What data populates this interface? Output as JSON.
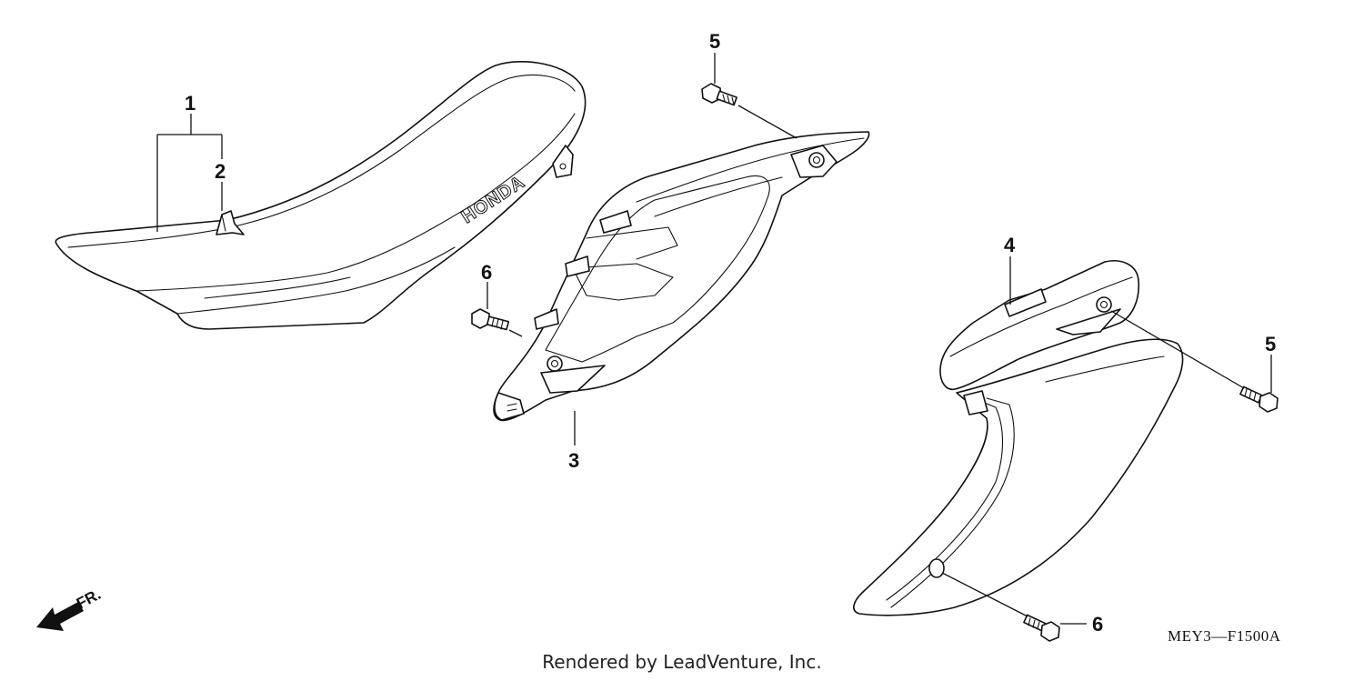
{
  "callouts": {
    "c1": "1",
    "c2": "2",
    "c3": "3",
    "c4": "4",
    "c5a": "5",
    "c5b": "5",
    "c6a": "6",
    "c6b": "6"
  },
  "seat_brand": "HONDA",
  "direction_label": "FR.",
  "diagram_code": "MEY3—F1500A",
  "render_credit": "Rendered by LeadVenture, Inc."
}
